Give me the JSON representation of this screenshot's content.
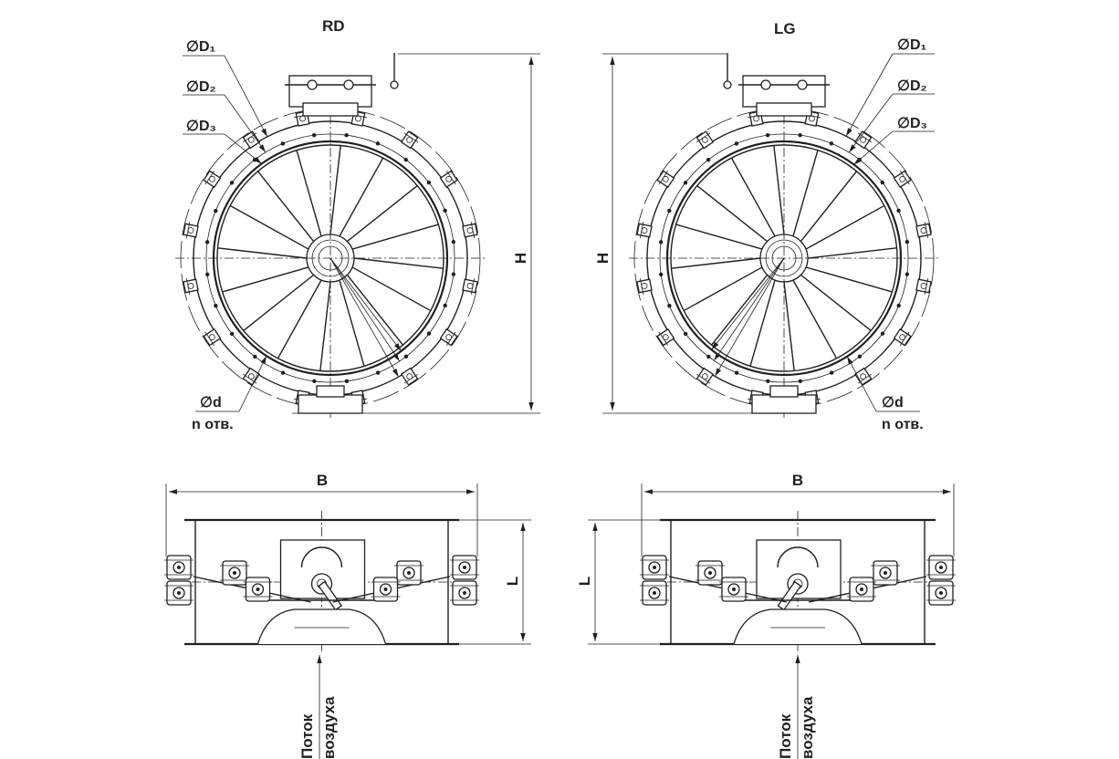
{
  "views": {
    "rd": {
      "title": "RD"
    },
    "lg": {
      "title": "LG"
    }
  },
  "labels": {
    "d1": "∅D₁",
    "d2": "∅D₂",
    "d3": "∅D₃",
    "d_hole": "∅d",
    "n_holes": "n отв.",
    "height": "H",
    "width": "B",
    "length": "L",
    "airflow_line1": "Поток",
    "airflow_line2": "воздуха"
  },
  "colors": {
    "ink": "#231f20",
    "paper": "#ffffff"
  },
  "blade_count": 16,
  "icons": [
    "dimension-arrow",
    "leader-line",
    "centerline"
  ]
}
